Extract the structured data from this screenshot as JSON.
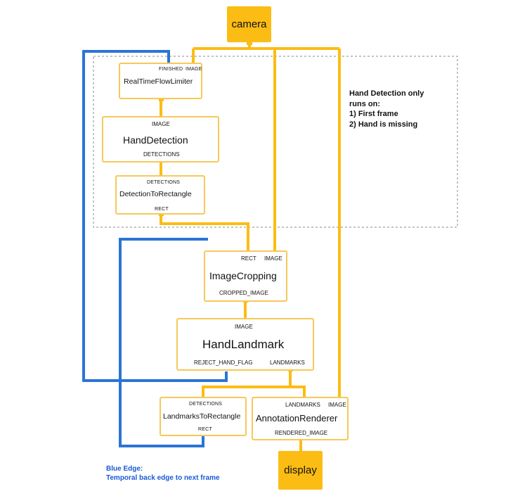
{
  "colors": {
    "data_edge": "#fbbc14",
    "back_edge": "#2b74d6",
    "node_border": "#f7c85a"
  },
  "nodes": {
    "camera": {
      "label": "camera"
    },
    "flow_limiter": {
      "label": "RealTimeFlowLimiter",
      "in_ports": [
        "FINISHED",
        "IMAGE"
      ]
    },
    "hand_detection": {
      "label": "HandDetection",
      "in_port": "IMAGE",
      "out_port": "DETECTIONS"
    },
    "det_to_rect": {
      "label": "DetectionToRectangle",
      "in_port": "DETECTIONS",
      "out_port": "RECT"
    },
    "image_cropping": {
      "label": "ImageCropping",
      "in_ports": [
        "RECT",
        "IMAGE"
      ],
      "out_port": "CROPPED_IMAGE"
    },
    "hand_landmark": {
      "label": "HandLandmark",
      "in_port": "IMAGE",
      "out_ports": [
        "REJECT_HAND_FLAG",
        "LANDMARKS"
      ]
    },
    "lm_to_rect": {
      "label": "LandmarksToRectangle",
      "in_port": "DETECTIONS",
      "out_port": "RECT"
    },
    "annotation_renderer": {
      "label": "AnnotationRenderer",
      "in_ports": [
        "LANDMARKS",
        "IMAGE"
      ],
      "out_port": "RENDERED_IMAGE"
    },
    "display": {
      "label": "display"
    }
  },
  "note": {
    "lines": [
      "Hand Detection only",
      "runs on:",
      "1) First frame",
      "2) Hand is missing"
    ]
  },
  "legend": {
    "title": "Blue Edge:",
    "text": "Temporal back edge to next frame"
  }
}
